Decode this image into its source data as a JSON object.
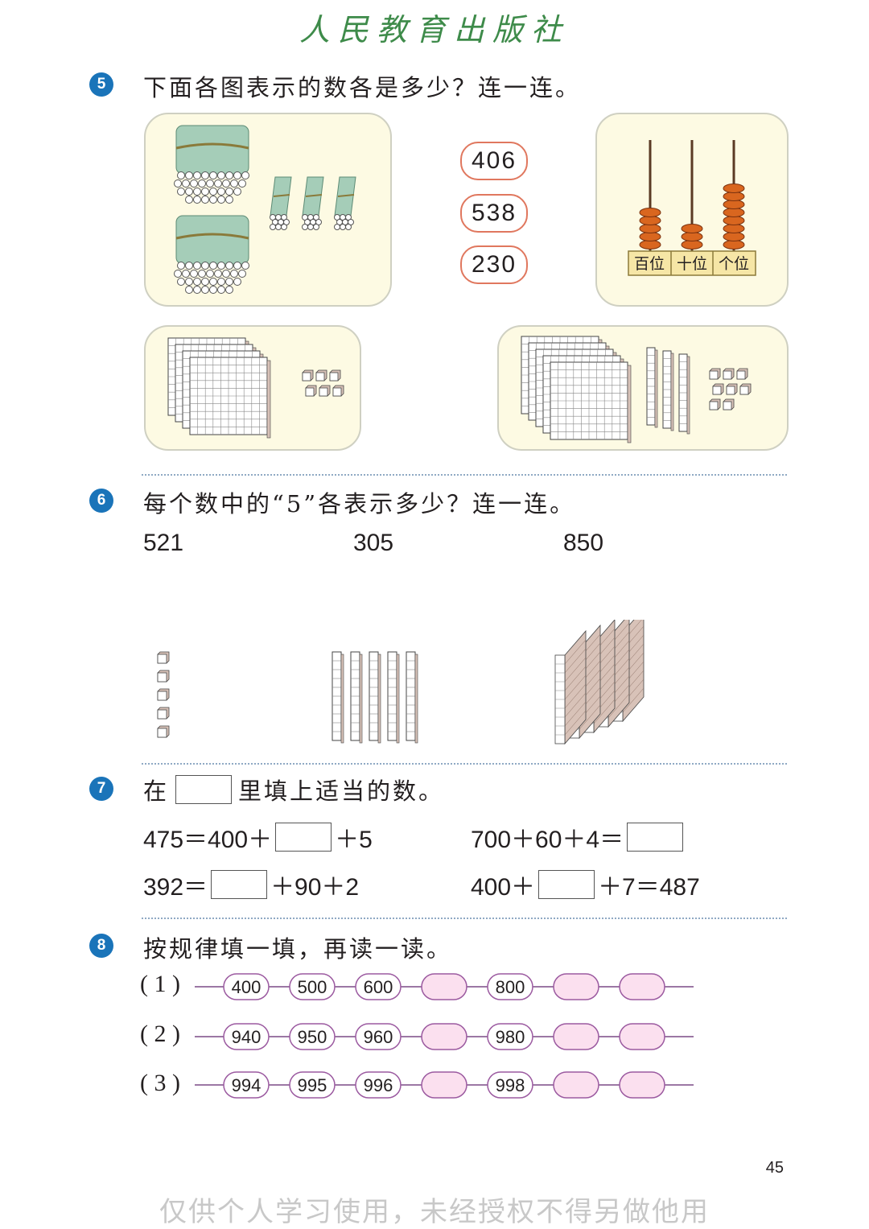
{
  "publisher": "人民教育出版社",
  "q5": {
    "number": "5",
    "text": "下面各图表示的数各是多少？连一连。",
    "options": [
      "406",
      "538",
      "230"
    ],
    "place_labels": [
      "百位",
      "十位",
      "个位"
    ],
    "abacus_beads": [
      5,
      3,
      8
    ],
    "bundles": {
      "hundreds": 2,
      "tens": 3,
      "ones": 0
    },
    "blocks_a": {
      "hundreds": 4,
      "tens": 0,
      "ones": 6
    },
    "blocks_b": {
      "hundreds": 5,
      "tens": 3,
      "ones": 8
    }
  },
  "q6": {
    "number": "6",
    "text": "每个数中的“5”各表示多少？连一连。",
    "numbers": [
      "521",
      "305",
      "850"
    ],
    "pictures": {
      "ones": 5,
      "tens": 5,
      "hundreds": 5
    }
  },
  "q7": {
    "number": "7",
    "text_before": "在",
    "text_after": "里填上适当的数。",
    "eq1_left": "475＝400＋",
    "eq1_right": "＋5",
    "eq2_left": "700＋60＋4＝",
    "eq3_left": "392＝",
    "eq3_right": "＋90＋2",
    "eq4_left": "400＋",
    "eq4_right": "＋7＝487"
  },
  "q8": {
    "number": "8",
    "text": "按规律填一填，再读一读。",
    "sequences": [
      {
        "label": "( 1 )",
        "values": [
          "400",
          "500",
          "600",
          "",
          "800",
          "",
          ""
        ]
      },
      {
        "label": "( 2 )",
        "values": [
          "940",
          "950",
          "960",
          "",
          "980",
          "",
          ""
        ]
      },
      {
        "label": "( 3 )",
        "values": [
          "994",
          "995",
          "996",
          "",
          "998",
          "",
          ""
        ]
      }
    ]
  },
  "page_number": "45",
  "footer": "仅供个人学习使用，未经授权不得另做他用"
}
